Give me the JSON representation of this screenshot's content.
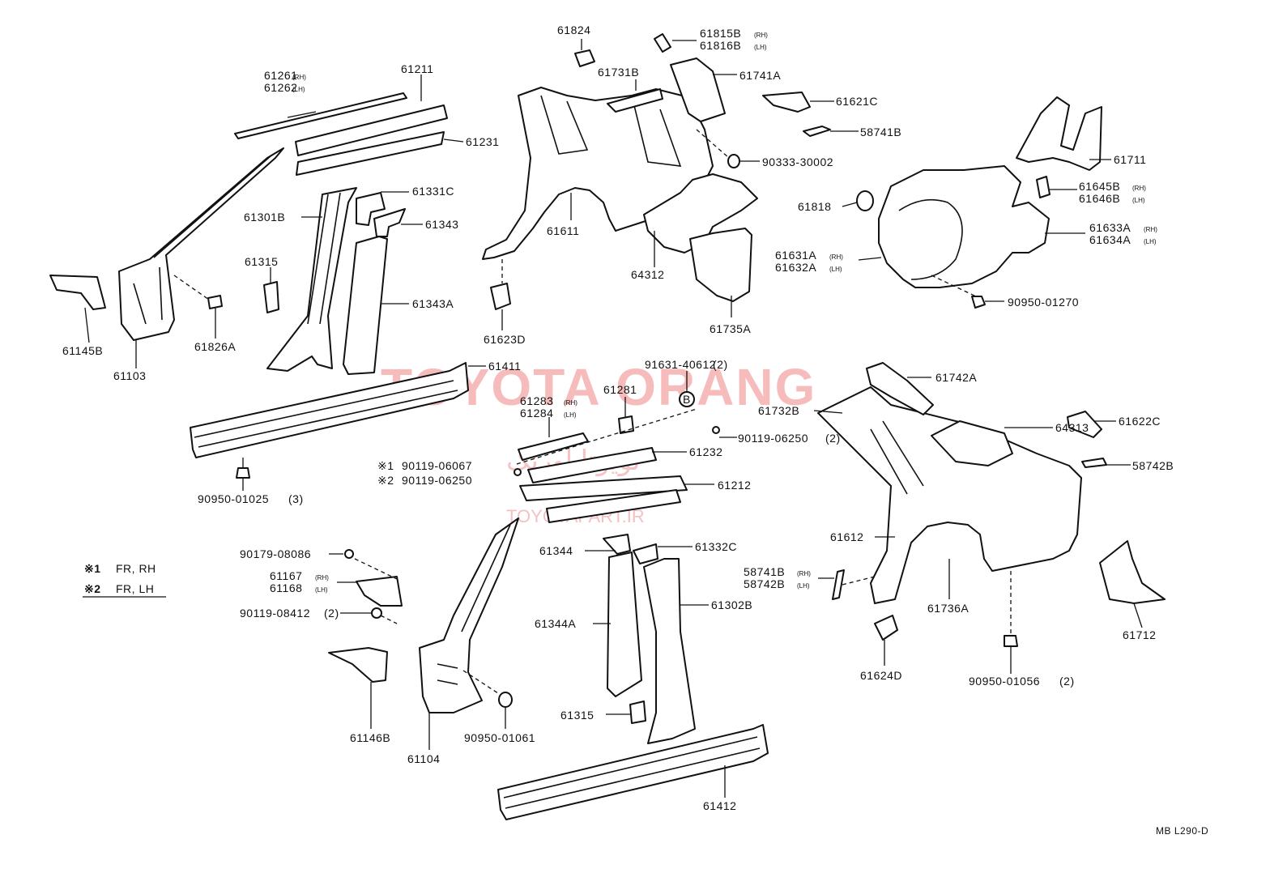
{
  "diagram": {
    "sheet_code": "MB L290-D",
    "watermark": {
      "brand": "TOYOTA ORANG",
      "site": "TOYOTAPART.IR",
      "arabic": "تویوتا اورنگ"
    },
    "legend": [
      {
        "mark": "※1",
        "text": "FR, RH"
      },
      {
        "mark": "※2",
        "text": "FR, LH"
      }
    ],
    "circle_marker": "B",
    "labels": {
      "p61824": "61824",
      "p61815b": "61815B",
      "p61815b_s": "(RH)",
      "p61816b": "61816B",
      "p61816b_s": "(LH)",
      "p61741a": "61741A",
      "p61731b": "61731B",
      "p61621c": "61621C",
      "p58741b_top": "58741B",
      "p90333": "90333-30002",
      "p61711": "61711",
      "p61645b": "61645B",
      "p61645b_s": "(RH)",
      "p61646b": "61646B",
      "p61646b_s": "(LH)",
      "p61818": "61818",
      "p61633a": "61633A",
      "p61633a_s": "(RH)",
      "p61634a": "61634A",
      "p61634a_s": "(LH)",
      "p61631a": "61631A",
      "p61631a_s": "(RH)",
      "p61632a": "61632A",
      "p61632a_s": "(LH)",
      "p90950_01270": "90950-01270",
      "p61261": "61261",
      "p61261_s": "(RH)",
      "p61262": "61262",
      "p61262_s": "(LH)",
      "p61211": "61211",
      "p61231": "61231",
      "p61611": "61611",
      "p64312": "64312",
      "p61735a": "61735A",
      "p61331c": "61331C",
      "p61301b": "61301B",
      "p61343": "61343",
      "p61315_top": "61315",
      "p61343a": "61343A",
      "p61145b": "61145B",
      "p61103": "61103",
      "p61826a": "61826A",
      "p61623d": "61623D",
      "p61411": "61411",
      "p90950_01025": "90950-01025",
      "p90950_01025_q": "(3)",
      "p91631": "91631-40612",
      "p91631_q": "(2)",
      "p61281": "61281",
      "p61283": "61283",
      "p61283_s": "(RH)",
      "p61284": "61284",
      "p61284_s": "(LH)",
      "p61232": "61232",
      "p90119_06250_top": "90119-06250",
      "p90119_06250_top_q": "(2)",
      "p90119_06067": "90119-06067",
      "p90119_06250": "90119-06250",
      "p61212": "61212",
      "p61742a": "61742A",
      "p61732b": "61732B",
      "p64313": "64313",
      "p61622c": "61622C",
      "p58742b": "58742B",
      "p61612": "61612",
      "p58741b_rh": "58741B",
      "p58741b_rh_s": "(RH)",
      "p58742b_lh": "58742B",
      "p58742b_lh_s": "(LH)",
      "p61736a": "61736A",
      "p61712": "61712",
      "p61624d": "61624D",
      "p90950_01056": "90950-01056",
      "p90950_01056_q": "(2)",
      "p90179": "90179-08086",
      "p61167": "61167",
      "p61167_s": "(RH)",
      "p61168": "61168",
      "p61168_s": "(LH)",
      "p90119_08412": "90119-08412",
      "p90119_08412_q": "(2)",
      "p61146b": "61146B",
      "p61104": "61104",
      "p90950_01061": "90950-01061",
      "p61344": "61344",
      "p61332c": "61332C",
      "p61344a": "61344A",
      "p61302b": "61302B",
      "p61315_bot": "61315",
      "p61412": "61412"
    }
  }
}
